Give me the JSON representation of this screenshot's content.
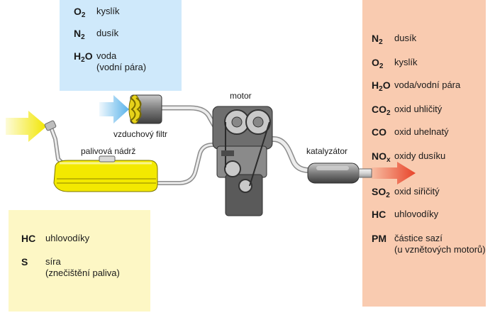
{
  "air_inputs": [
    {
      "symbol": "O",
      "sub": "2",
      "name": "kyslík"
    },
    {
      "symbol": "N",
      "sub": "2",
      "name": "dusík"
    },
    {
      "symbol": "H",
      "sub": "2",
      "symbol2": "O",
      "name": "voda",
      "name2": "(vodní pára)"
    }
  ],
  "fuel_inputs": [
    {
      "symbol": "HC",
      "name": "uhlovodíky"
    },
    {
      "symbol": "S",
      "name": "síra",
      "name2": "(znečištění paliva)"
    }
  ],
  "exhaust_outputs": [
    {
      "symbol": "N",
      "sub": "2",
      "name": "dusík"
    },
    {
      "symbol": "O",
      "sub": "2",
      "name": "kyslík"
    },
    {
      "symbol": "H",
      "sub": "2",
      "symbol2": "O",
      "name": "voda/vodní pára"
    },
    {
      "symbol": "CO",
      "sub": "2",
      "name": "oxid uhličitý"
    },
    {
      "symbol": "CO",
      "name": "oxid uhelnatý"
    },
    {
      "symbol": "NO",
      "sub": "x",
      "name": "oxidy dusíku"
    },
    {
      "symbol": "SO",
      "sub": "2",
      "name": "oxid siřičitý"
    },
    {
      "symbol": "HC",
      "name": "uhlovodíky"
    },
    {
      "symbol": "PM",
      "name": "částice sazí",
      "name2": "(u vznětových motorů)"
    }
  ],
  "labels": {
    "motor": "motor",
    "air_filter": "vzduchový filtr",
    "fuel_tank": "palivová nádrž",
    "catalyst": "katalyzátor"
  },
  "colors": {
    "air_panel": "#cfe9fb",
    "fuel_panel": "#fdf7c5",
    "exhaust_panel": "#f9cbb0",
    "fuel_yellow": "#f2e600",
    "air_arrow": "#7cc4f0",
    "exhaust_arrow": "#e8442a"
  }
}
